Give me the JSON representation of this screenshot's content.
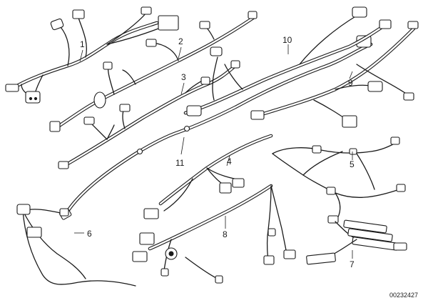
{
  "diagram": {
    "callouts": [
      {
        "id": "1",
        "label": "1"
      },
      {
        "id": "2",
        "label": "2"
      },
      {
        "id": "3",
        "label": "3"
      },
      {
        "id": "4",
        "label": "4"
      },
      {
        "id": "5",
        "label": "5"
      },
      {
        "id": "6",
        "label": "6"
      },
      {
        "id": "7",
        "label": "7"
      },
      {
        "id": "8",
        "label": "8"
      },
      {
        "id": "9",
        "label": "9"
      },
      {
        "id": "10",
        "label": "10"
      },
      {
        "id": "11",
        "label": "11"
      }
    ],
    "part_number": "00232427"
  }
}
